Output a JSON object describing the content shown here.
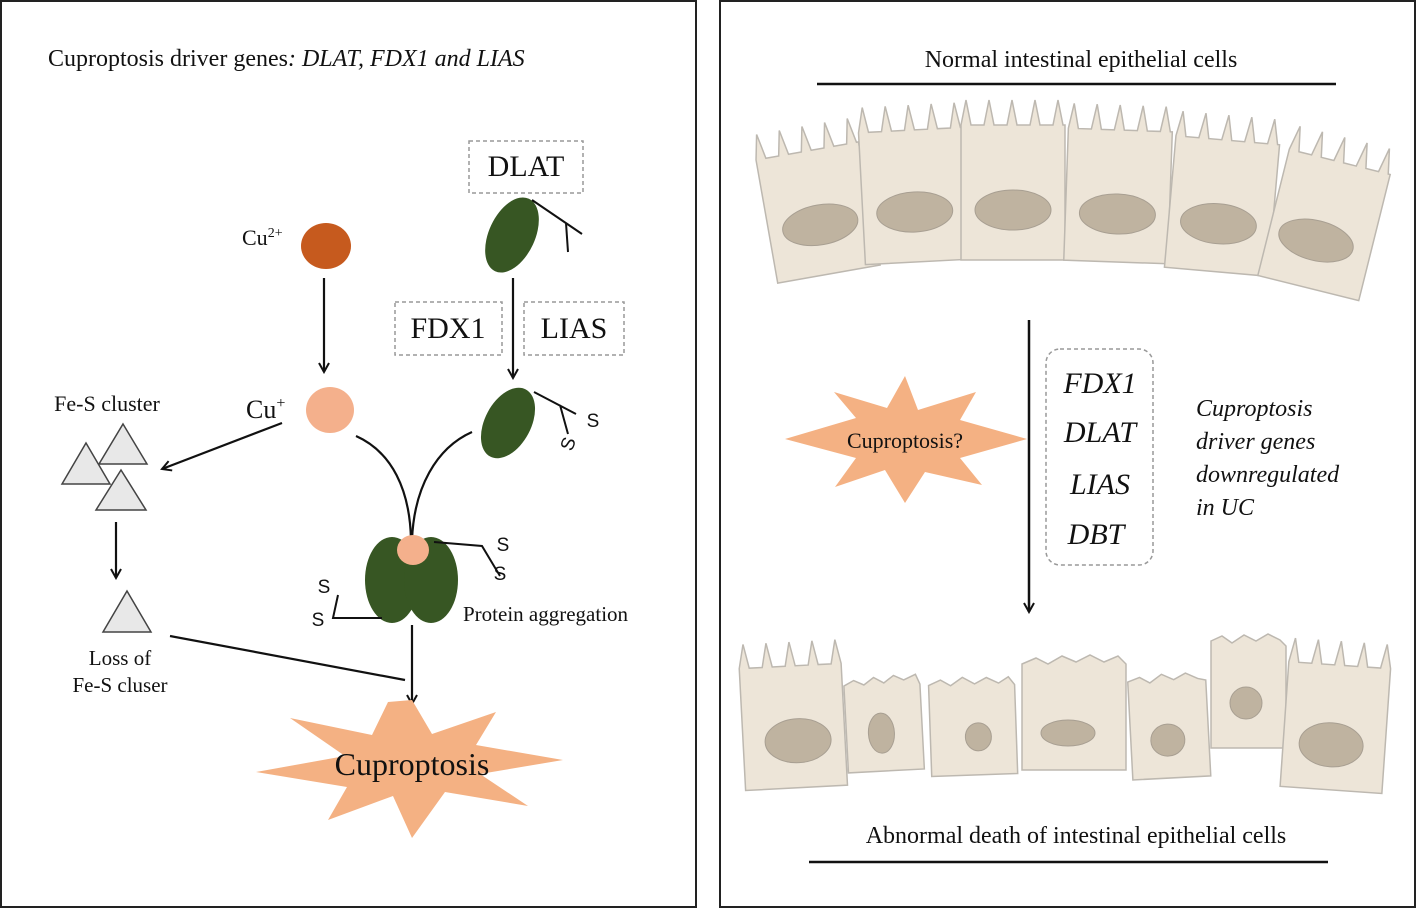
{
  "left_panel": {
    "title_prefix": "Cuproptosis driver genes",
    "title_genes": ": DLAT, FDX1 and LIAS",
    "dlat_label": "DLAT",
    "fdx1_label": "FDX1",
    "lias_label": "LIAS",
    "cu2_base": "Cu",
    "cu2_sup": "2+",
    "cu1_base": "Cu",
    "cu1_sup": "+",
    "fes_cluster_label": "Fe-S cluster",
    "loss_line1": "Loss of",
    "loss_line2": "Fe-S cluser",
    "protein_aggregation": "Protein  aggregation",
    "cuproptosis_label": "Cuproptosis",
    "sulfur": "S"
  },
  "right_panel": {
    "top_title": "Normal intestinal epithelial cells",
    "bottom_title": "Abnormal death of intestinal epithelial cells",
    "cuproptosis_question": "Cuproptosis?",
    "genes": [
      "FDX1",
      "DLAT",
      "LIAS",
      "DBT"
    ],
    "note_lines": [
      "Cuproptosis",
      "driver genes",
      "downregulated",
      "in UC"
    ]
  },
  "colors": {
    "copper2": "#c65a1e",
    "copper1": "#f4b08c",
    "protein": "#375623",
    "burst": "#f4b183",
    "cell_fill": "#ede5d8",
    "cell_stroke": "#bdb8b0",
    "nucleus": "#bfb3a0",
    "triangle": "#e8e8e8"
  }
}
